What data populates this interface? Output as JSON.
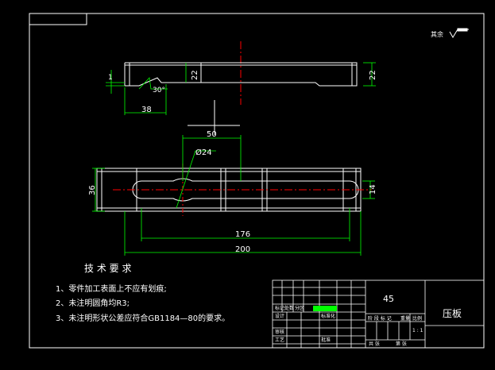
{
  "colors": {
    "background": "#000000",
    "outline": "#ffffff",
    "dimension": "#00ff00",
    "centerline": "#ff0000",
    "text": "#ffffff",
    "title_cyan": "#00ffff",
    "note_yellow": "#ffff00"
  },
  "surface_finish": {
    "label": "其余",
    "icon": "surface-roughness-symbol-icon"
  },
  "dimensions": {
    "step_height": "1",
    "chamfer_angle": "30°",
    "slot_start": "38",
    "thickness_left": "22",
    "thickness_right": "22",
    "center_offset": "50",
    "hole_diameter": "Ø24",
    "width": "36",
    "slot_width": "14",
    "slot_length": "176",
    "total_length": "200"
  },
  "tech_requirements": {
    "heading": "技 术 要 求",
    "items": [
      "1、零件加工表面上不应有划痕;",
      "2、未注明圆角均R3;",
      "3、未注明形状公差应符合GB1184—80的要求。"
    ]
  },
  "title_block": {
    "material": "45",
    "part_name": "压板",
    "scale": "1 : 1",
    "row_labels": [
      "标记",
      "处数",
      "分区",
      "设计",
      "审核",
      "工艺",
      "标准化",
      "批准"
    ],
    "stage_labels": [
      "阶 段 标 记",
      "重量",
      "比例"
    ],
    "sheet_labels": [
      "共 张",
      "第 张"
    ]
  }
}
